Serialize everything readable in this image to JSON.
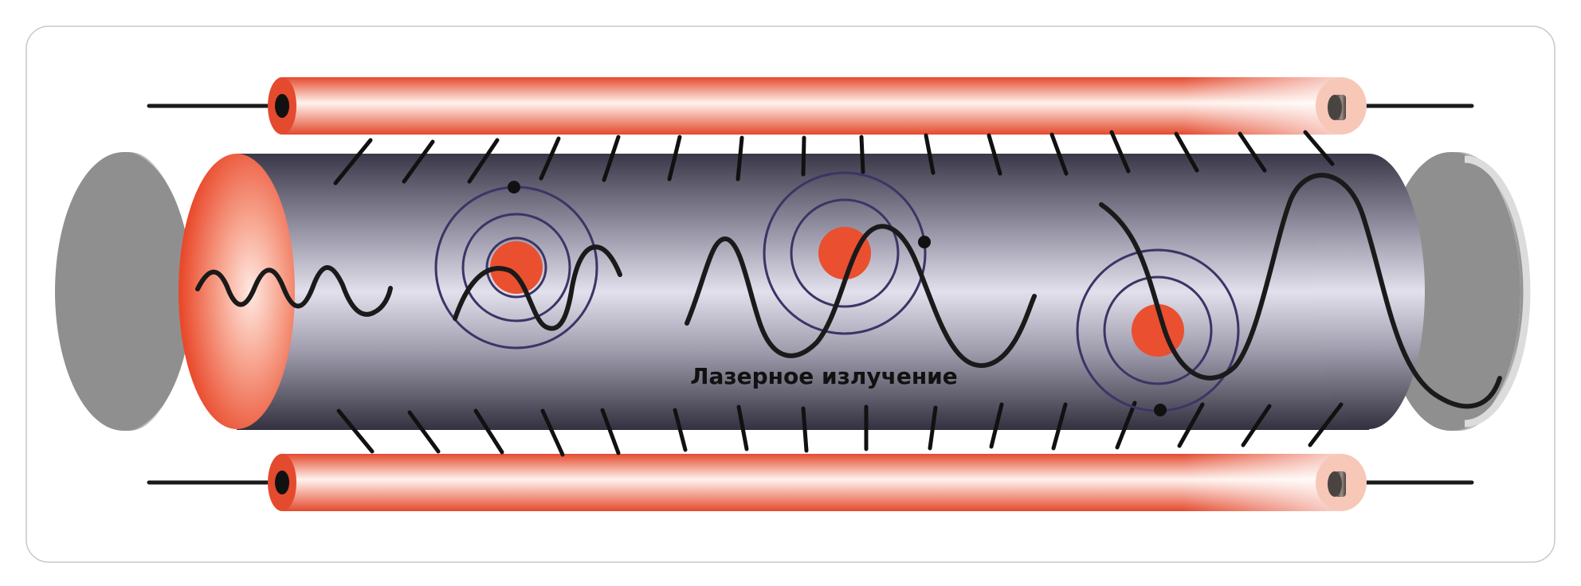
{
  "diagram": {
    "caption": "Лазерное излучение",
    "components": [
      "frame",
      "left-mirror",
      "right-mirror",
      "laser-rod",
      "top-flash-lamp",
      "bottom-flash-lamp",
      "pump-light-rays",
      "atoms",
      "light-waves"
    ],
    "colors": {
      "frame_border": "#c9c9c9",
      "mirror": "#8f8f8f",
      "rod_dark": "#3a3848",
      "rod_light": "#e2e0ec",
      "rod_end": "#ee5a3a",
      "lamp": "#ec4f32",
      "lamp_highlight": "#fff4f0",
      "atom_nucleus": "#ea4f30",
      "orbit": "#3b3566",
      "wave": "#1a1a1a",
      "wire": "#1a1a1a"
    }
  }
}
